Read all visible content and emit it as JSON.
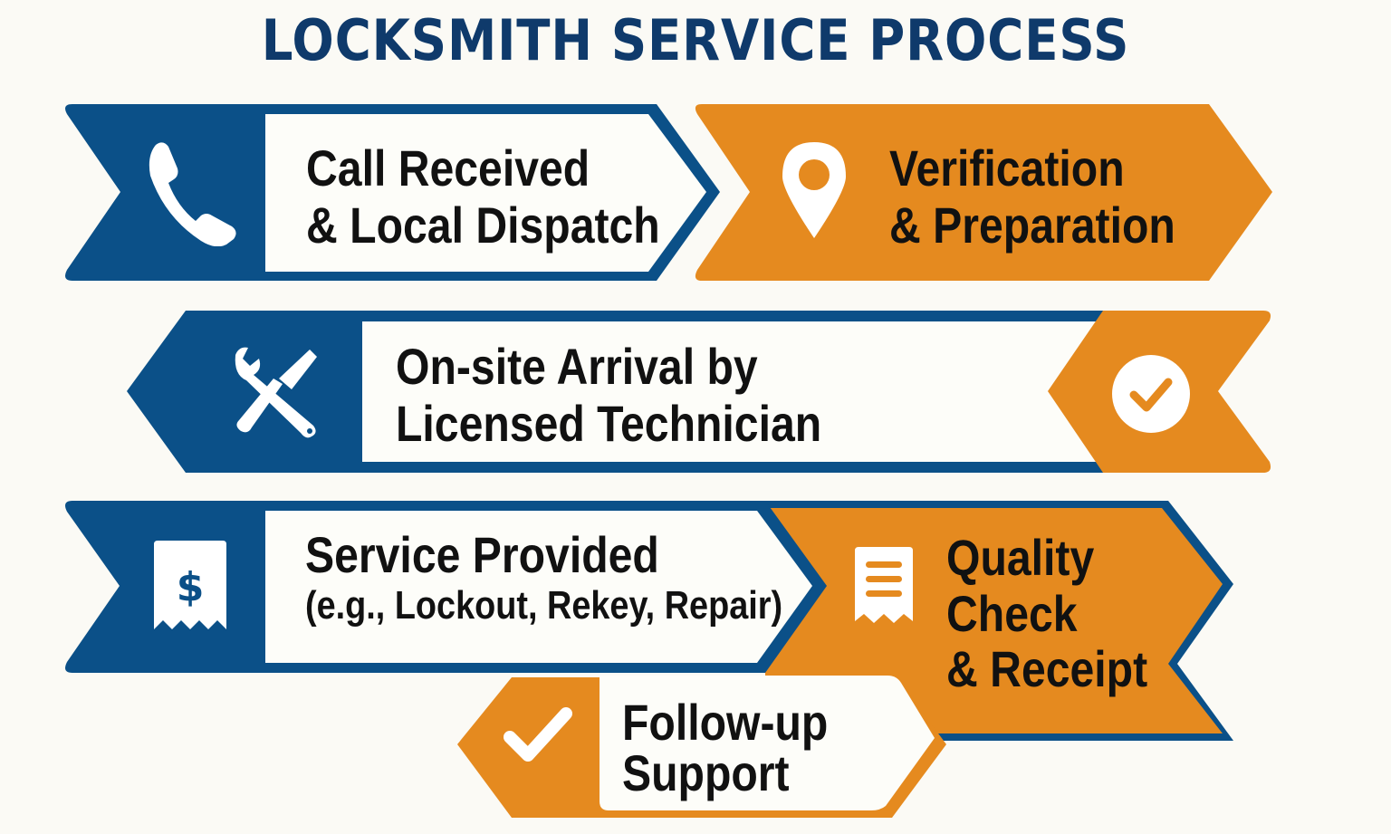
{
  "title": "LOCKSMITH SERVICE PROCESS",
  "colors": {
    "blue": "#0b5088",
    "orange": "#e58a1f",
    "background": "#fbfaf5",
    "panel": "#fdfdf9",
    "title": "#0f3a6b",
    "text": "#111111"
  },
  "steps": [
    {
      "id": 1,
      "line1": "Call Received",
      "line2": "& Local Dispatch",
      "icon": "phone-icon",
      "color": "blue"
    },
    {
      "id": 2,
      "line1": "Verification",
      "line2": "& Preparation",
      "icon": "location-pin-icon",
      "color": "orange"
    },
    {
      "id": 3,
      "line1": "On-site Arrival by",
      "line2": "Licensed Technician",
      "icon": "tools-icon",
      "color": "blue",
      "end_icon": "check-circle-icon"
    },
    {
      "id": 4,
      "line1": "Service Provided",
      "line2": "(e.g., Lockout, Rekey, Repair)",
      "icon": "receipt-dollar-icon",
      "color": "blue"
    },
    {
      "id": 5,
      "line1": "Quality",
      "line2": "Check",
      "line3": "& Receipt",
      "icon": "receipt-lines-icon",
      "color": "orange"
    },
    {
      "id": 6,
      "line1": "Follow-up",
      "line2": "Support",
      "icon": "checkmark-icon",
      "color": "orange"
    }
  ]
}
